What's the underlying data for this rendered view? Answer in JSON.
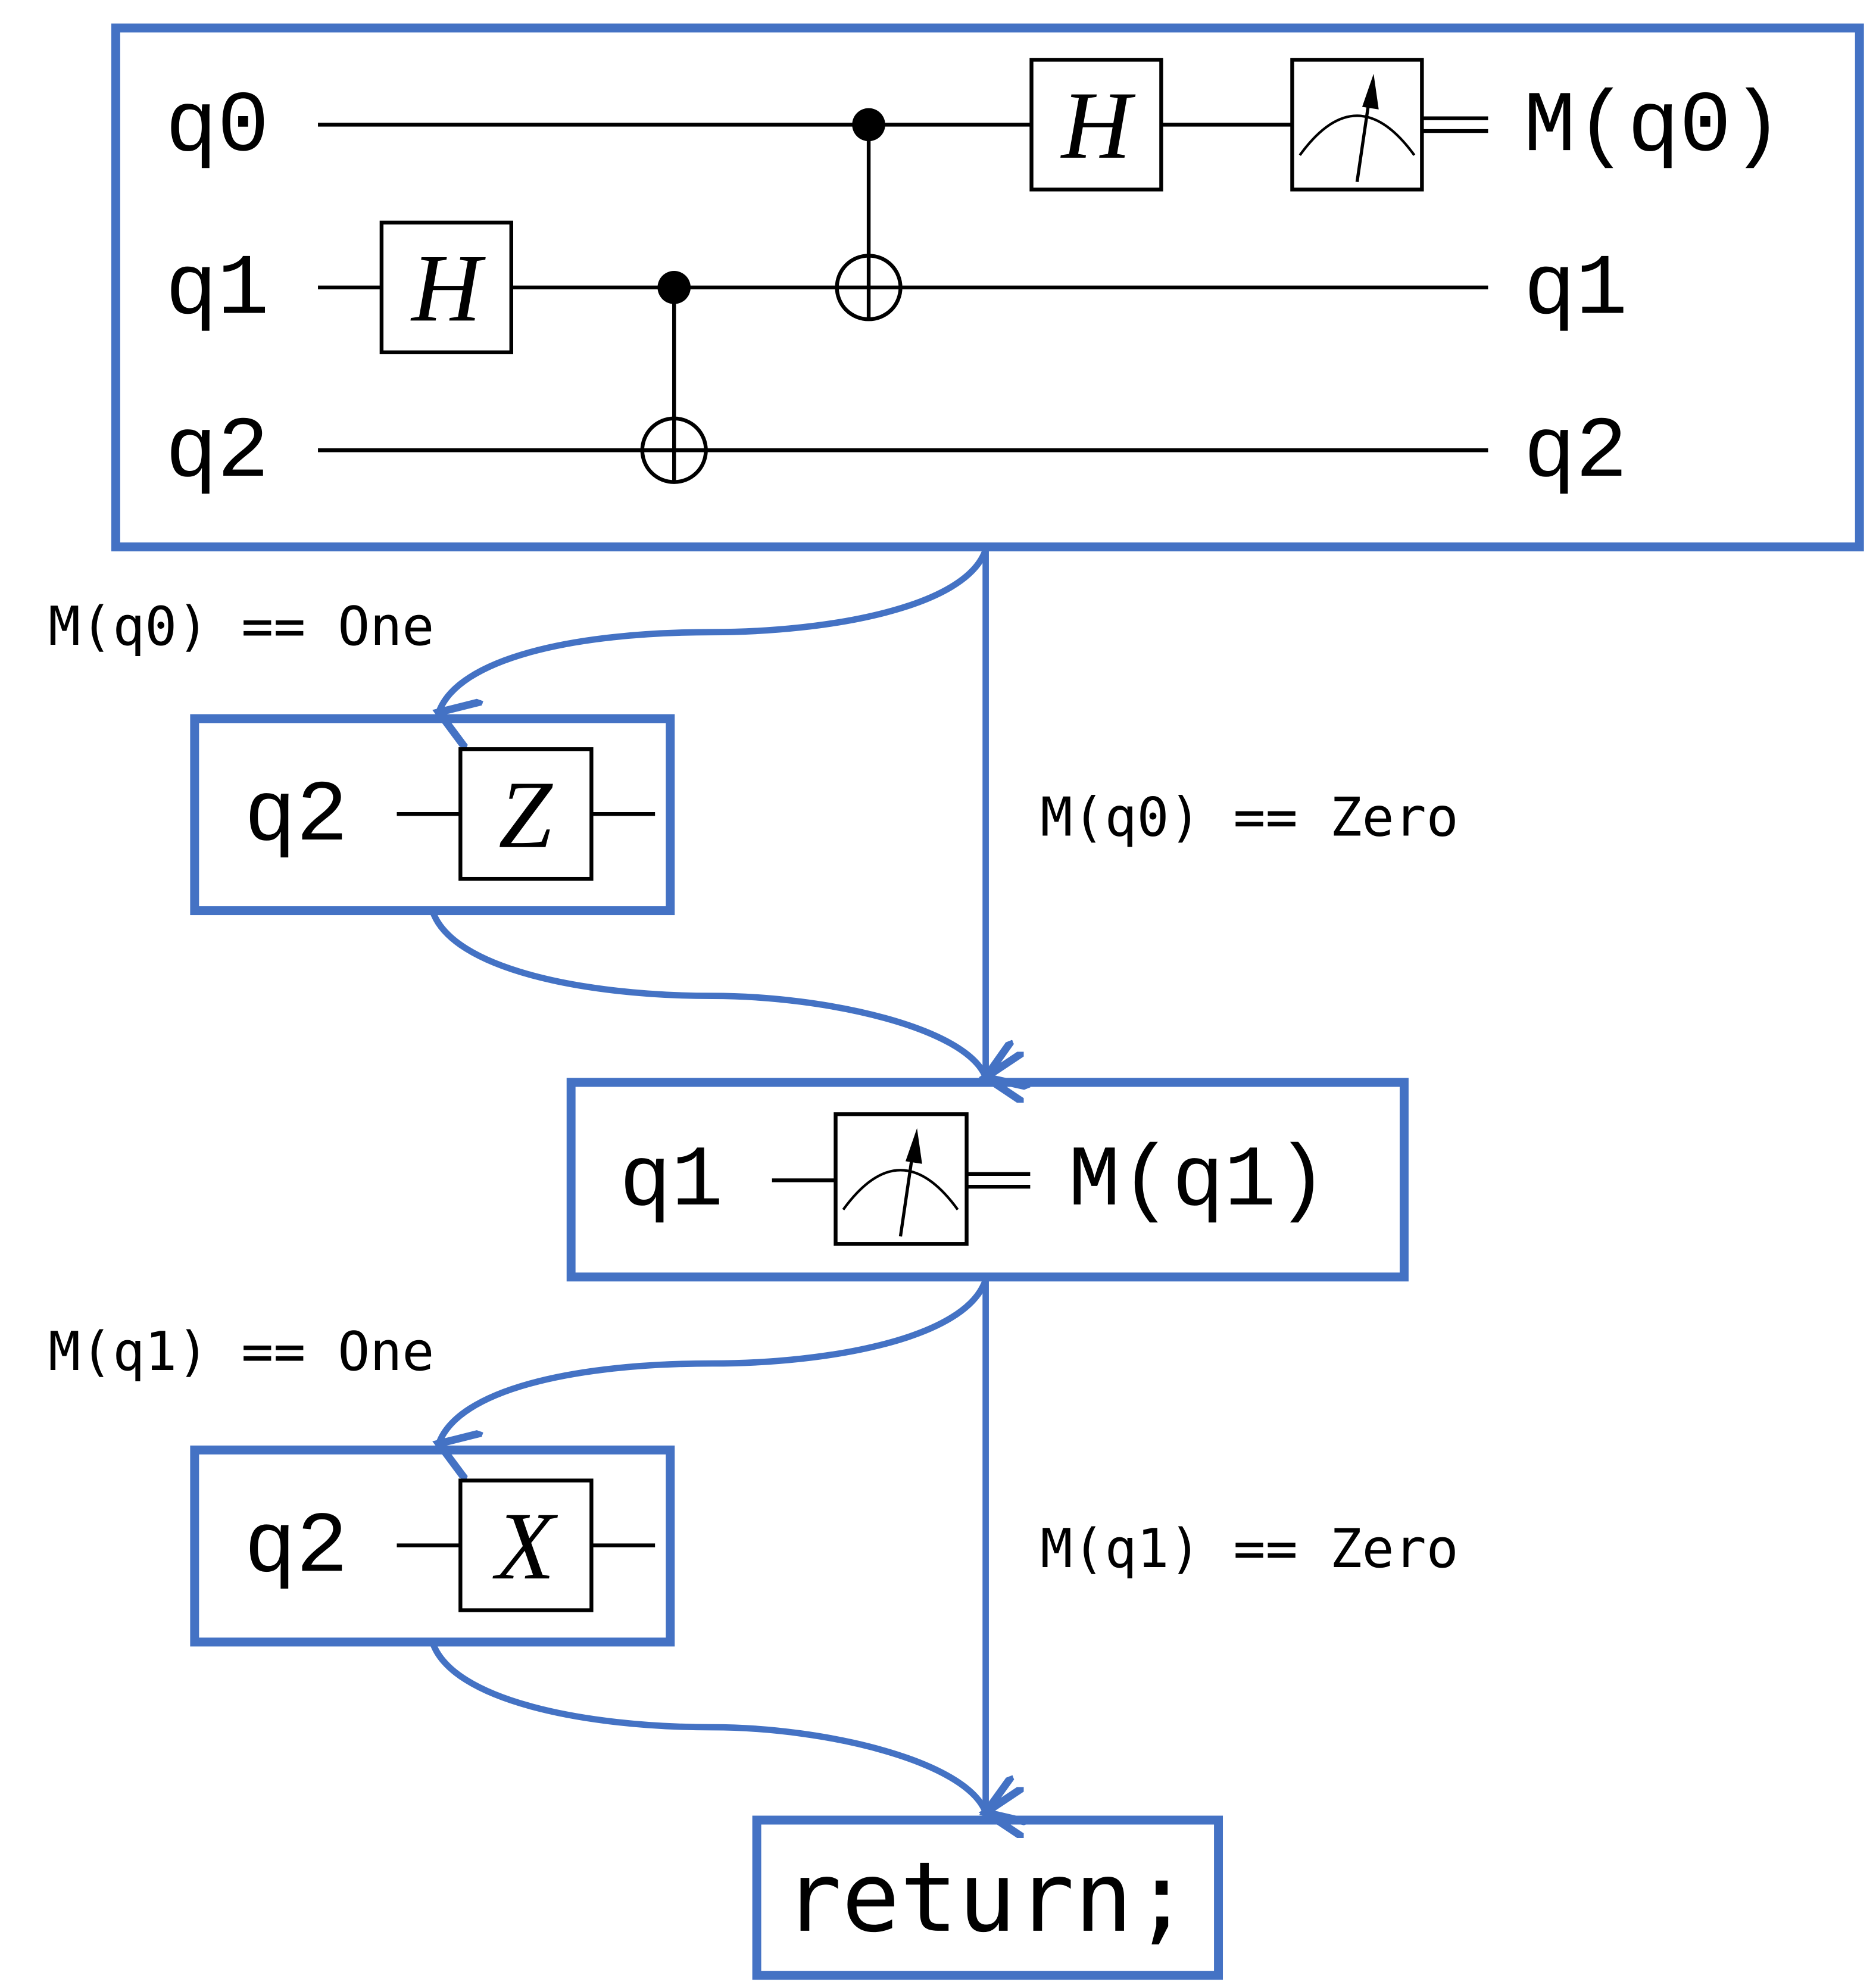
{
  "main_circuit": {
    "inputs": [
      "q0",
      "q1",
      "q2"
    ],
    "outputs": [
      "M(q0)",
      "q1",
      "q2"
    ],
    "gates": {
      "h_q1": "H",
      "h_q0": "H"
    }
  },
  "branch1": {
    "one_label": "M(q0) == One",
    "zero_label": "M(q0) == Zero",
    "qubit": "q2",
    "gate": "Z"
  },
  "measure_block": {
    "qubit": "q1",
    "output": "M(q1)"
  },
  "branch2": {
    "one_label": "M(q1) == One",
    "zero_label": "M(q1) == Zero",
    "qubit": "q2",
    "gate": "X"
  },
  "return_block": {
    "text": "return;"
  },
  "colors": {
    "accent": "#4472C4"
  }
}
